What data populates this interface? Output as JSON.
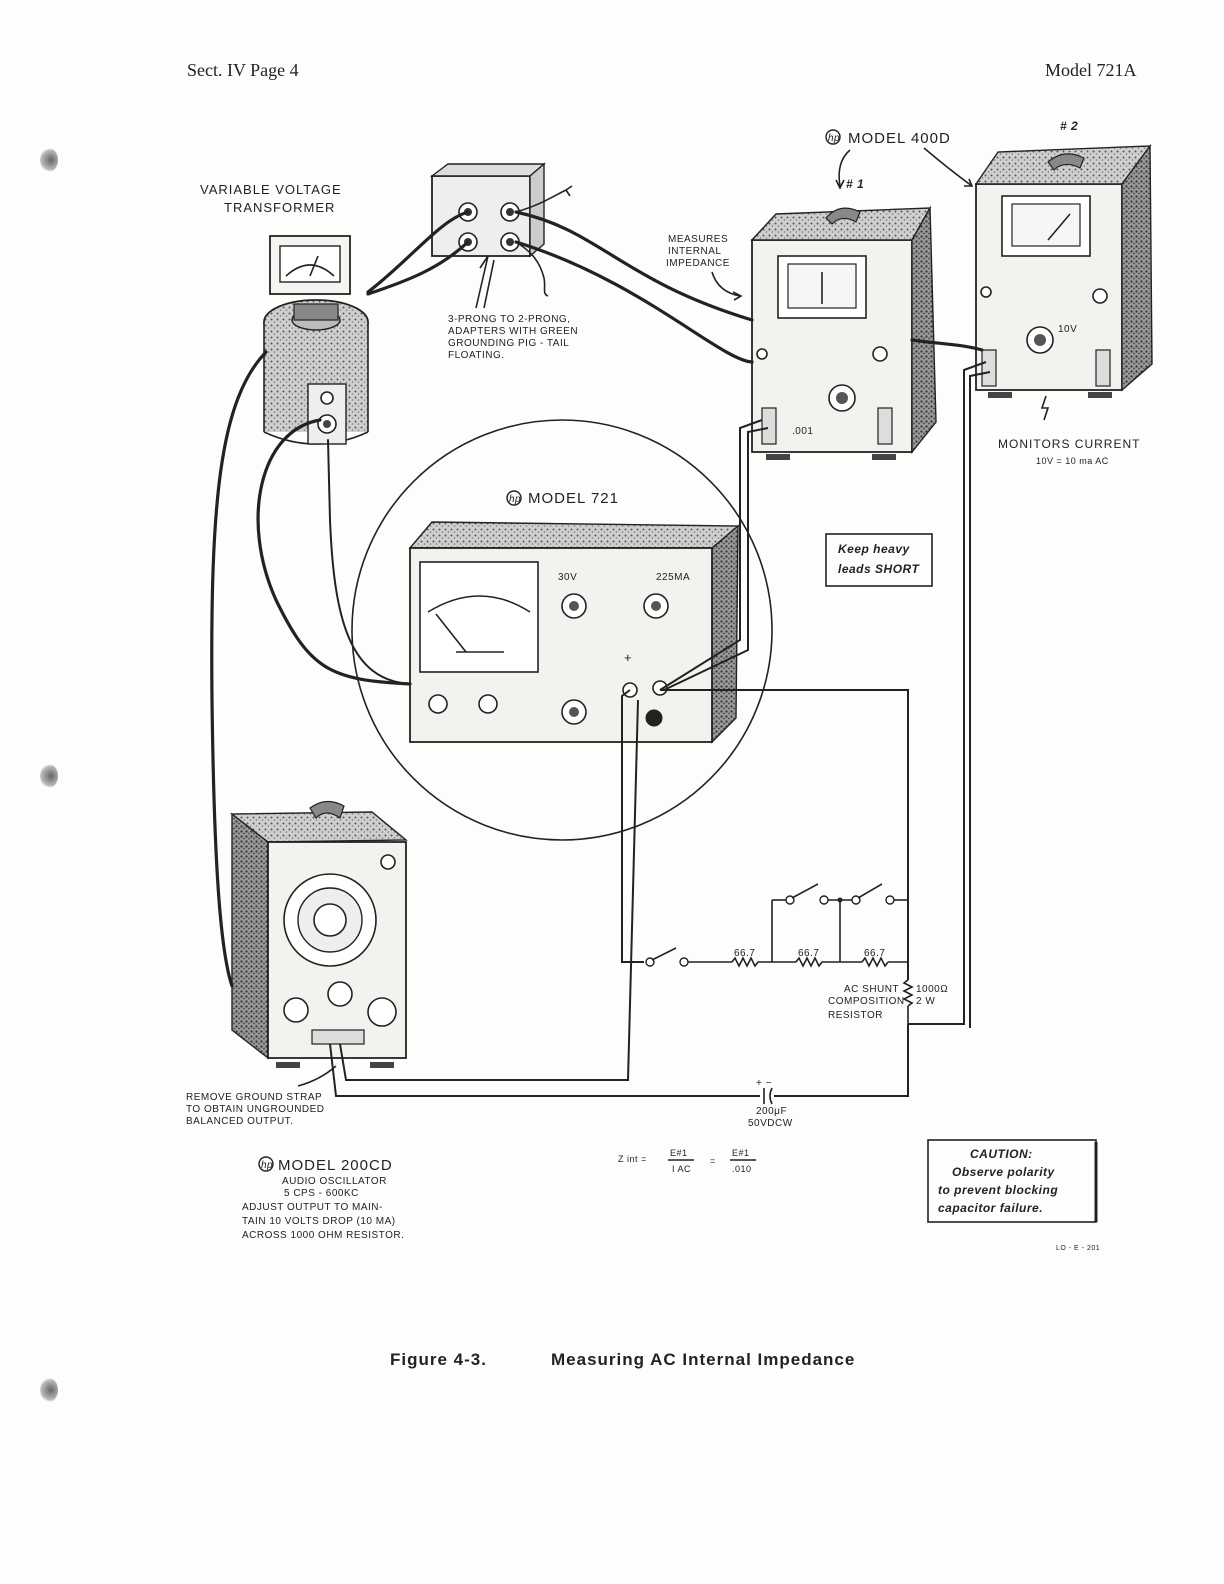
{
  "header": {
    "left": "Sect. IV  Page 4",
    "right": "Model 721A"
  },
  "labels": {
    "vvt_line1": "VARIABLE  VOLTAGE",
    "vvt_line2": "TRANSFORMER",
    "model_400d": "MODEL  400D",
    "num1": "# 1",
    "num2": "# 2",
    "measures_1": "MEASURES",
    "measures_2": "INTERNAL",
    "measures_3": "IMPEDANCE",
    "adapter_1": "3-PRONG TO 2-PRONG,",
    "adapter_2": "ADAPTERS WITH GREEN",
    "adapter_3": "GROUNDING  PIG - TAIL",
    "adapter_4": "FLOATING.",
    "range_001": ".001",
    "range_10v": "10V",
    "monitors": "MONITORS  CURRENT",
    "monitors_sub": "10V = 10 ma AC",
    "model_721": "MODEL  721",
    "range_30v": "30V",
    "range_225ma": "225MA",
    "plus": "+",
    "keep_1": "Keep  heavy",
    "keep_2": "leads  SHORT",
    "r1": "66.7",
    "r2": "66.7",
    "r3": "66.7",
    "shunt_1": "AC  SHUNT",
    "shunt_2": "COMPOSITION",
    "shunt_3": "RESISTOR",
    "shunt_val_1": "1000Ω",
    "shunt_val_2": "2 W",
    "cap_pol": "+  −",
    "cap_1": "200μF",
    "cap_2": "50VDCW",
    "remove_1": "REMOVE  GROUND  STRAP",
    "remove_2": "TO  OBTAIN  UNGROUNDED",
    "remove_3": "BALANCED  OUTPUT.",
    "model_200cd": "MODEL  200CD",
    "osc_1": "AUDIO OSCILLATOR",
    "osc_2": "5 CPS - 600KC",
    "osc_3": "ADJUST  OUTPUT  TO  MAIN-",
    "osc_4": "TAIN 10 VOLTS DROP (10 MA)",
    "osc_5": "ACROSS  1000  OHM RESISTOR.",
    "eq_lhs": "Z int  =",
    "eq_num1": "E#1",
    "eq_den1": "I AC",
    "eq_eq": "=",
    "eq_num2": "E#1",
    "eq_den2": ".010",
    "caution_title": "CAUTION:",
    "caution_1": "Observe  polarity",
    "caution_2": "to  prevent  blocking",
    "caution_3": "capacitor  failure.",
    "drawing_no": "LO - E - 201"
  },
  "caption": {
    "figure": "Figure  4-3.",
    "title": "Measuring  AC  Internal  Impedance"
  },
  "icons": {
    "hp_logo": "hp-logo-icon",
    "switch": "switch-icon",
    "resistor": "resistor-icon",
    "capacitor": "capacitor-icon"
  }
}
